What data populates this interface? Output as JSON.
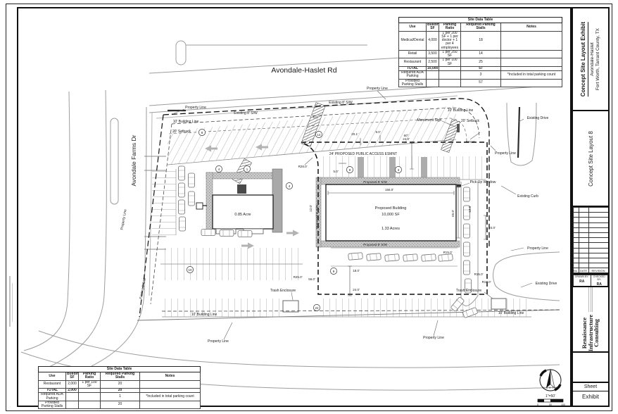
{
  "site_data_table_main": {
    "title": "Site Data Table",
    "headers": [
      "Use",
      "Building SF",
      "Parking Ratio",
      "Required Parking Stalls",
      "Notes"
    ],
    "rows": [
      [
        "Medical/Dental",
        "4,000",
        "1 per 200 SF + 1 per doctor + 1 per 4 employees",
        "18",
        ""
      ],
      [
        "Retail",
        "3,500",
        "1 per 250 SF",
        "14",
        ""
      ],
      [
        "Restaurant",
        "2,500",
        "1 per 100 SF",
        "25",
        ""
      ],
      [
        "TOTAL",
        "10,000",
        "",
        "57",
        ""
      ],
      [
        "Required ADA Parking",
        "",
        "",
        "3",
        "*Included in total parking count"
      ],
      [
        "Provided Parking Stalls",
        "",
        "",
        "57",
        ""
      ]
    ]
  },
  "site_data_table_small": {
    "title": "Site Data Table",
    "headers": [
      "Use",
      "Building SF",
      "Parking Ratio",
      "Required Parking Stalls",
      "Notes"
    ],
    "rows": [
      [
        "Restaurant",
        "2,000",
        "1 per 100 SF",
        "20",
        ""
      ],
      [
        "TOTAL",
        "2,000",
        "",
        "20",
        ""
      ],
      [
        "Required ADA Parking",
        "",
        "",
        "1",
        "*Included in total parking count"
      ],
      [
        "Provided Parking Stalls",
        "",
        "",
        "20",
        ""
      ]
    ]
  },
  "titleblock": {
    "project_title": "Concept Site Layout Exhibit",
    "project_name": "Avondale-Haslet",
    "project_location": "Fort Worth, Tarrant County, TX",
    "sheet_title": "Concept Site Layout 8",
    "rev_no": "No.",
    "rev_date": "DATE",
    "rev_revision": "REVISION",
    "drawn_by_label": "DRAWN BY:",
    "drawn_by": "RA",
    "checked_by_label": "CHECKED BY:",
    "checked_by": "RA",
    "firm_line1": "Renaissance",
    "firm_line2": "Infrastructure",
    "firm_line3": "Consulting",
    "sheet_label": "Sheet",
    "sheet_number": "Exhibit"
  },
  "plan": {
    "road_top": "Avondale-Haslet Rd",
    "road_left": "Avondale Farms Dr",
    "labels": {
      "property_line": "Property Line",
      "building_line": "10' Building Line",
      "setback": "20' Setback",
      "monument": "Monument Sign",
      "existing_drive": "Existing Drive",
      "existing_curb": "Existing Curb",
      "pickup": "Pick-Up Window",
      "esmt": "24' PROPOSED PUBLIC ACCESS ESMNT",
      "proposed_sw": "Proposed 8' S/W",
      "existing_sw8": "Existing 8' S/W",
      "existing_sw6": "Existing 6' S/W",
      "trash": "Trash Enclosure",
      "bldg1": "Proposed Building",
      "bldg1_sf": "10,000 SF",
      "bldg1_ac": "1.33 Acres",
      "bldg2_ac": "0.85 Acre"
    },
    "dims": {
      "d156": "156.0'",
      "d65": "65.0'",
      "d12": "12.0'",
      "d24": "24.0'",
      "d201": "20.1'",
      "d9": "9.0'",
      "d5": "5.0'",
      "a60": "60°",
      "r28": "R28.0'",
      "r25": "R25.0'",
      "r15": "R15.0'",
      "r18": "R18.0'",
      "d18": "18.0'",
      "d56": "56.0'"
    },
    "keynotes": {
      "k8": "8",
      "k14": "14",
      "k4": "4",
      "k1": "1",
      "k9": "9",
      "k3": "3",
      "k10": "10",
      "k22": "22"
    },
    "north": {
      "label": "NORTH",
      "scale": "1\"=50'",
      "t0": "0",
      "t50": "50",
      "t100": "100"
    }
  }
}
